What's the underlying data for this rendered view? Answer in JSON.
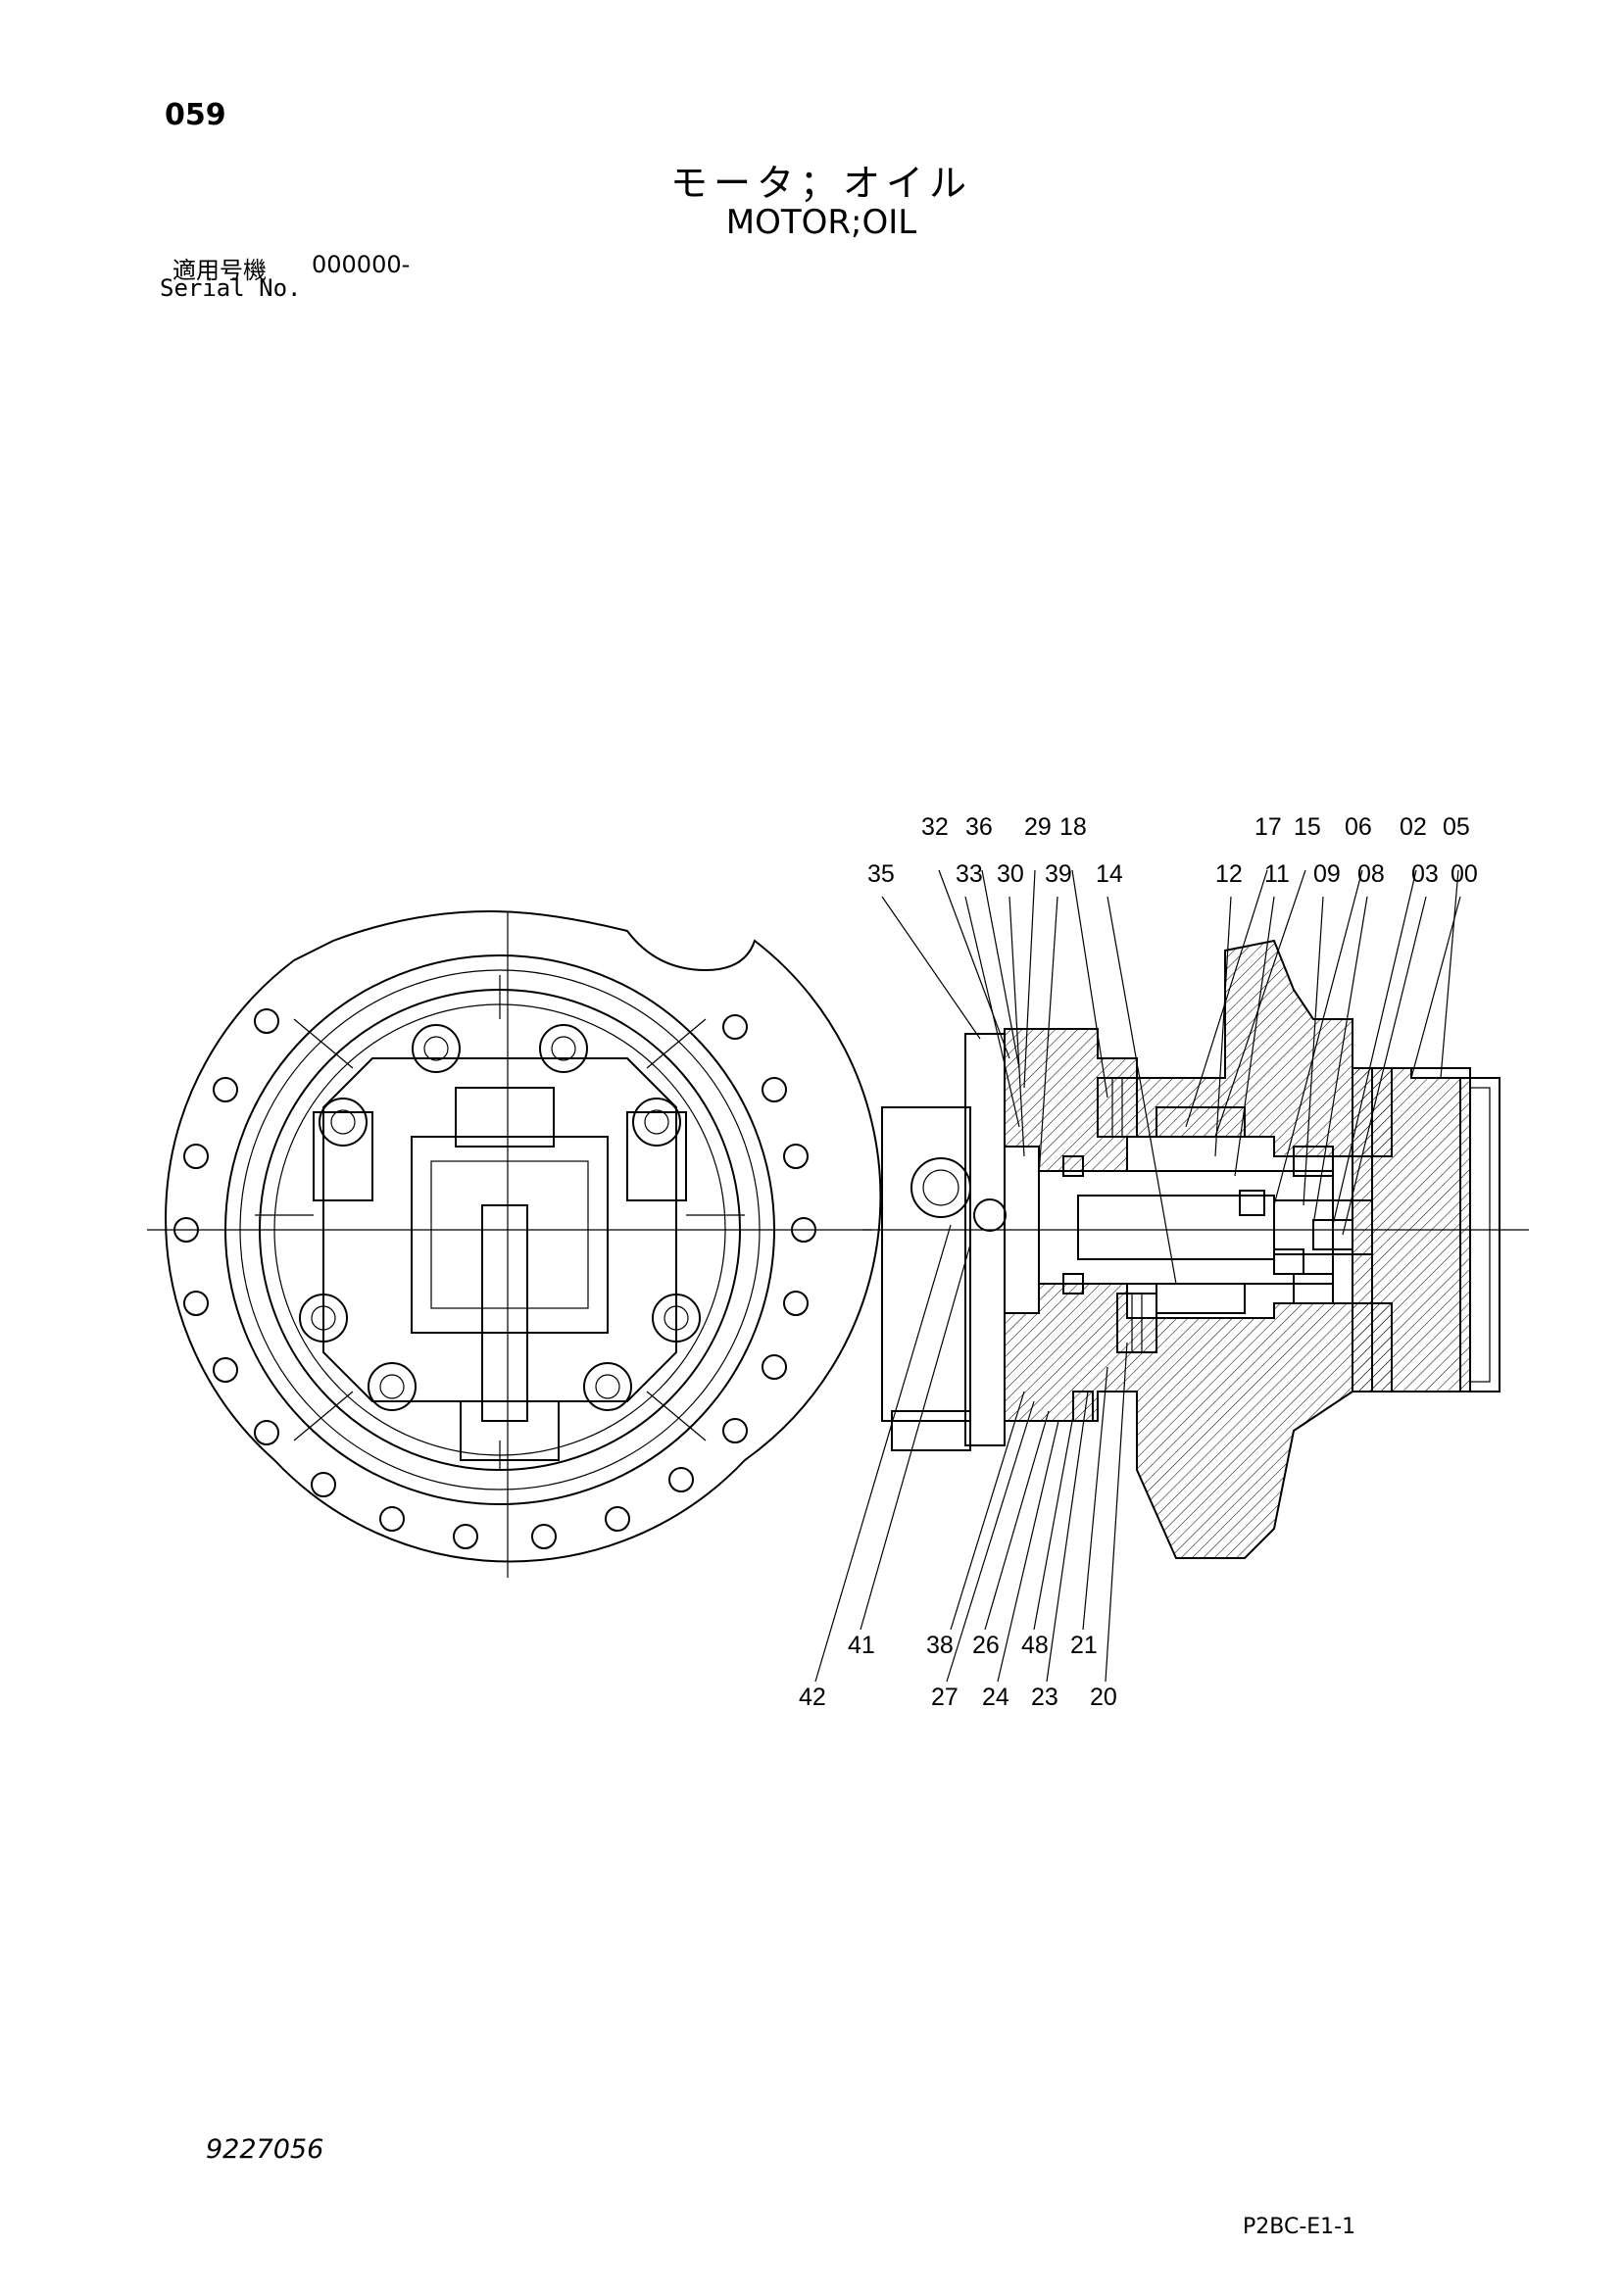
{
  "header": {
    "page_number": "059",
    "title_jp": "モータ；オイル",
    "title_en": "MOTOR;OIL",
    "serial_label_jp": "適用号機",
    "serial_value": "000000-",
    "serial_label_en": "Serial No."
  },
  "footer": {
    "drawing_number": "9227056",
    "page_code": "P2BC-E1-1"
  },
  "callouts_top_row1": [
    "32",
    "36",
    "29",
    "18",
    "17",
    "15",
    "06",
    "02",
    "05"
  ],
  "callouts_top_row2": [
    "35",
    "33",
    "30",
    "39",
    "14",
    "12",
    "11",
    "09",
    "08",
    "03",
    "00"
  ],
  "callouts_bottom_row1": [
    "41",
    "38",
    "26",
    "48",
    "21"
  ],
  "callouts_bottom_row2": [
    "42",
    "27",
    "24",
    "23",
    "20"
  ]
}
